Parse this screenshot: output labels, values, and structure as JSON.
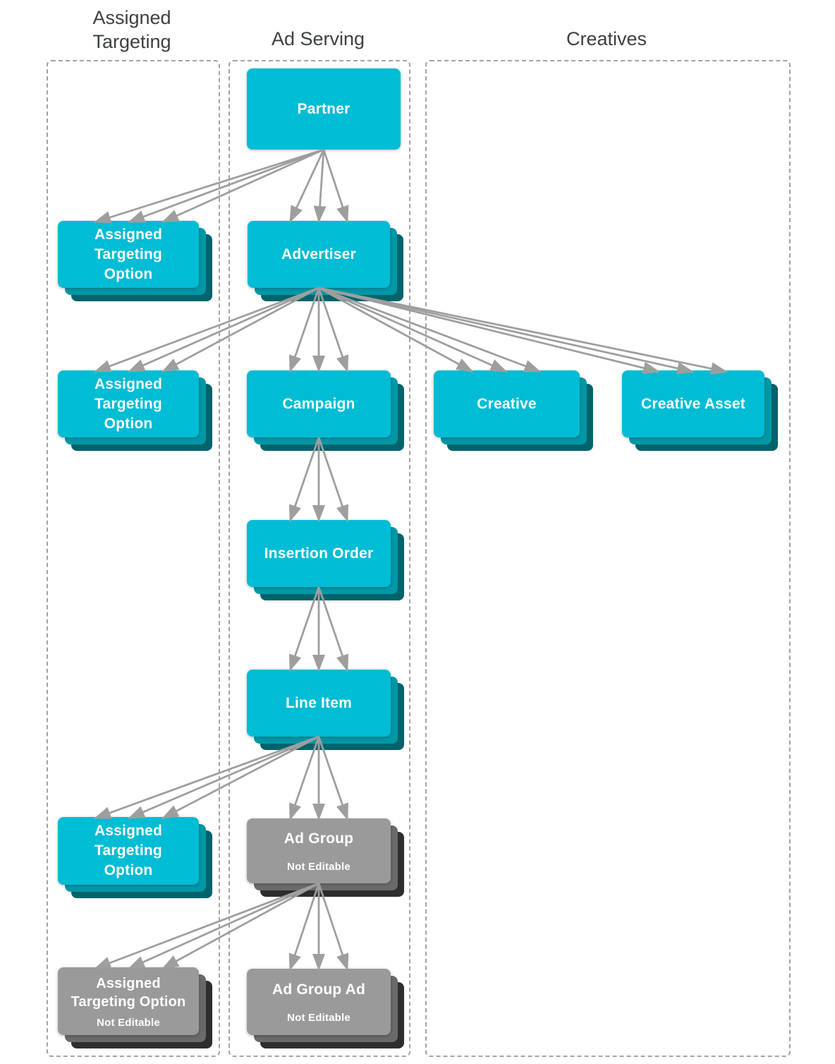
{
  "titles": {
    "assigned_targeting": "Assigned\nTargeting",
    "ad_serving": "Ad Serving",
    "creatives": "Creatives"
  },
  "colors": {
    "box_cyan": "#00bcd4",
    "box_cyan_mid": "#0097a7",
    "box_cyan_dark": "#00636b",
    "box_gray": "#9a9a9a",
    "box_gray_mid": "#6a6a6a",
    "box_gray_dark": "#2e2e2e",
    "arrow": "#9e9e9e",
    "frame_border": "#a3a3a3",
    "title_text": "#3c4043",
    "label_text": "#ffffff"
  },
  "nodes": {
    "partner": {
      "label": "Partner"
    },
    "ato_partner": {
      "label": "Assigned\nTargeting\nOption"
    },
    "advertiser": {
      "label": "Advertiser"
    },
    "ato_advertiser": {
      "label": "Assigned\nTargeting\nOption"
    },
    "campaign": {
      "label": "Campaign"
    },
    "creative": {
      "label": "Creative"
    },
    "creative_asset": {
      "label": "Creative Asset"
    },
    "insertion_order": {
      "label": "Insertion Order"
    },
    "line_item": {
      "label": "Line Item"
    },
    "ato_line_item": {
      "label": "Assigned\nTargeting\nOption"
    },
    "ad_group": {
      "label": "Ad Group",
      "sublabel": "Not Editable"
    },
    "ato_ad_group": {
      "label": "Assigned\nTargeting Option",
      "sublabel": "Not Editable"
    },
    "ad_group_ad": {
      "label": "Ad Group Ad",
      "sublabel": "Not Editable"
    }
  },
  "edges": [
    {
      "from": "partner",
      "to": "ato_partner"
    },
    {
      "from": "partner",
      "to": "advertiser"
    },
    {
      "from": "advertiser",
      "to": "ato_advertiser"
    },
    {
      "from": "advertiser",
      "to": "campaign"
    },
    {
      "from": "advertiser",
      "to": "creative"
    },
    {
      "from": "advertiser",
      "to": "creative_asset"
    },
    {
      "from": "campaign",
      "to": "insertion_order"
    },
    {
      "from": "insertion_order",
      "to": "line_item"
    },
    {
      "from": "line_item",
      "to": "ato_line_item"
    },
    {
      "from": "line_item",
      "to": "ad_group"
    },
    {
      "from": "ad_group",
      "to": "ato_ad_group"
    },
    {
      "from": "ad_group",
      "to": "ad_group_ad"
    }
  ],
  "edge_style": {
    "arrows_per_edge": 3
  }
}
